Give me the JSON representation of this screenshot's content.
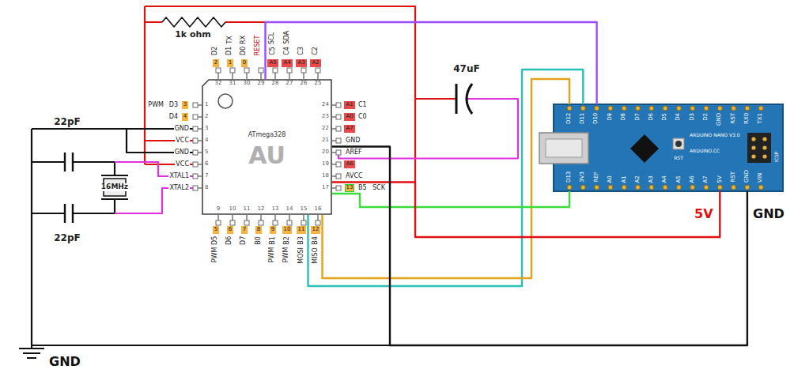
{
  "diagram": {
    "nodes": [
      {
        "text": [
          "ATmega328",
          "AU"
        ]
      },
      {
        "text": [
          "ARDUINO NANO V3.0"
        ]
      }
    ],
    "edges": [
      {
        "from": 0,
        "to": 1,
        "arrow": "none"
      },
      {
        "from": 0,
        "to": 1,
        "arrow": "none"
      },
      {
        "from": 0,
        "to": 1,
        "arrow": "none"
      },
      {
        "from": 0,
        "to": 1,
        "arrow": "none"
      },
      {
        "from": 0,
        "to": 1,
        "arrow": "none"
      },
      {
        "from": 0,
        "to": 1,
        "arrow": "none"
      }
    ],
    "labels": [
      "TX",
      "RX",
      "SCL",
      "SDA",
      "D2",
      "D1",
      "D0",
      "RESET",
      "C5",
      "C4",
      "C3",
      "C2",
      "2",
      "1",
      "0",
      "A5",
      "A4",
      "A3",
      "A2",
      "32",
      "31",
      "30",
      "29",
      "28",
      "27",
      "26",
      "25",
      "PWM",
      "D3",
      "D4",
      "GND",
      "VCC",
      "GND",
      "VCC",
      "XTAL1",
      "XTAL2",
      "3",
      "4",
      "1",
      "2",
      "3",
      "4",
      "5",
      "6",
      "7",
      "8",
      "A1",
      "A0",
      "A7",
      "A6",
      "13",
      "C1",
      "C0",
      "GND",
      "AREF",
      "AVCC",
      "B5",
      "SCK",
      "24",
      "23",
      "22",
      "21",
      "20",
      "19",
      "18",
      "17",
      "9",
      "10",
      "11",
      "12",
      "13",
      "14",
      "15",
      "16",
      "5",
      "6",
      "7",
      "8",
      "9",
      "10",
      "11",
      "12",
      "D5",
      "D6",
      "D7",
      "B0",
      "B1",
      "B2",
      "B3",
      "B4",
      "PWM",
      "PWM",
      "PWM",
      "MOSI",
      "MISO",
      "1k ohm",
      "22pF",
      "22pF",
      "16MHz",
      "47uF",
      "D12",
      "D11",
      "D10",
      "D9",
      "D8",
      "D7",
      "D6",
      "D5",
      "D4",
      "D3",
      "D2",
      "GND",
      "RST",
      "RX0",
      "TX1",
      "D13",
      "3V3",
      "REF",
      "A0",
      "A1",
      "A2",
      "A3",
      "A4",
      "A5",
      "A6",
      "A7",
      "5V",
      "RST",
      "GND",
      "VIN",
      "RST",
      "ARDUINO.CC",
      "ICSP",
      "5V",
      "GND",
      "GND"
    ]
  }
}
